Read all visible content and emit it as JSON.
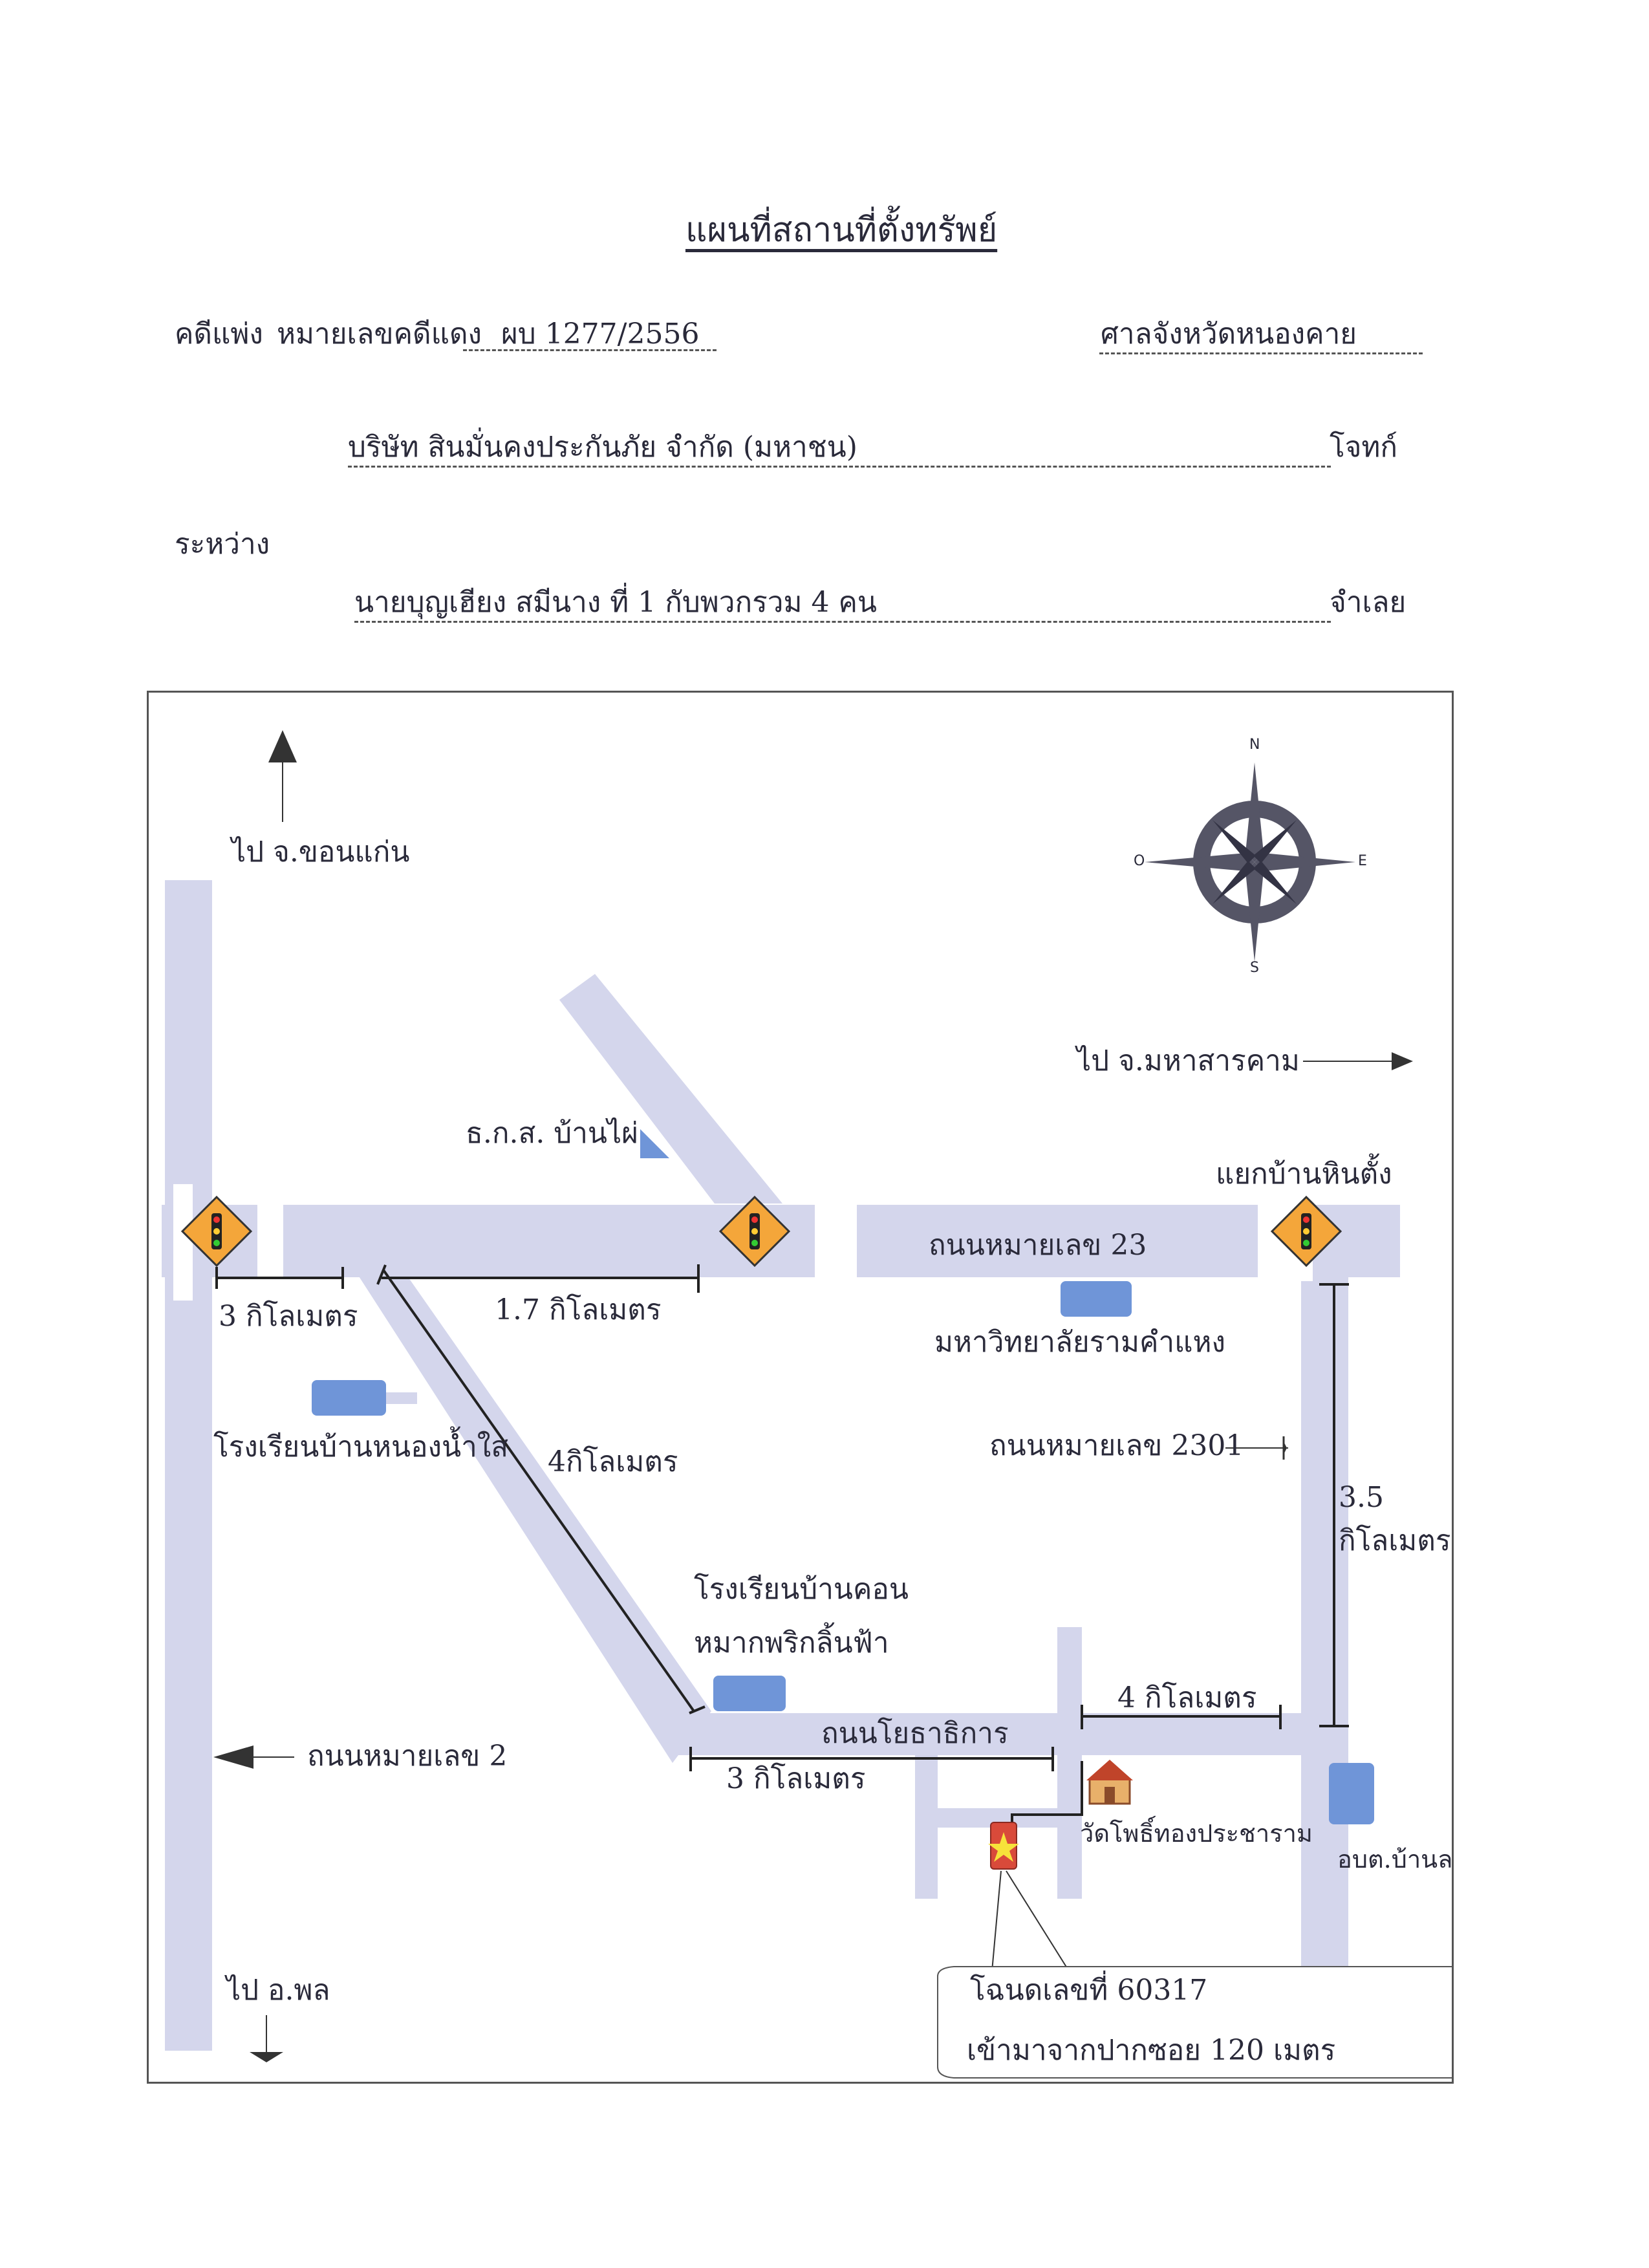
{
  "header": {
    "title": "แผนที่สถานที่ตั้งทรัพย์",
    "case_type": "คดีแพ่ง",
    "case_no_label": "หมายเลขคดีแดง",
    "case_no": "ผบ 1277/2556",
    "court": "ศาลจังหวัดหนองคาย",
    "plaintiff": "บริษัท สินมั่นคงประกันภัย จำกัด (มหาชน)",
    "plaintiff_role": "โจทก์",
    "between": "ระหว่าง",
    "defendant": "นายบุญเฮียง สมีนาง ที่ 1 กับพวกรวม 4 คน",
    "defendant_role": "จำเลย"
  },
  "map": {
    "to_khonkaen": "ไป จ.ขอนแก่น",
    "to_mahasarakham": "ไป จ.มหาสารคาม",
    "to_phon": "ไป อ.พล",
    "compass": {
      "n": "N",
      "e": "E",
      "s": "S",
      "w": "O"
    },
    "baac": "ธ.ก.ส. บ้านไผ่",
    "junction": "แยกบ้านหินตั้ง",
    "road_23": "ถนนหมายเลข 23",
    "ramkhamhaeng": "มหาวิทยาลัยรามคำแหง",
    "road_2301": "ถนนหมายเลข 2301",
    "road_2": "ถนนหมายเลข 2",
    "road_yotha": "ถนนโยธาธิการ",
    "school_nongnamsai": "โรงเรียนบ้านหนองน้ำใส",
    "school_khon_l1": "โรงเรียนบ้านคอน",
    "school_khon_l2": "หมากพริกลิ้นฟ้า",
    "temple": "วัดโพธิ์ทองประชาราม",
    "sao": "อบต.บ้านลาน",
    "dist_3km_a": "3 กิโลเมตร",
    "dist_1_7km": "1.7 กิโลเมตร",
    "dist_4km_diag": "4กิโลเมตร",
    "dist_3_5": "3.5",
    "dist_3_5_unit": "กิโลเมตร",
    "dist_4km": "4 กิโลเมตร",
    "dist_3km_b": "3 กิโลเมตร",
    "deed_l1": "โฉนดเลขที่ 60317",
    "deed_l2": "เข้ามาจากปากซอย 120 เมตร"
  },
  "colors": {
    "road": "#d4d6ec",
    "building": "#6f95d8",
    "sign": "#f4a63a",
    "star": "#d94a3a",
    "compass": "#555566"
  }
}
